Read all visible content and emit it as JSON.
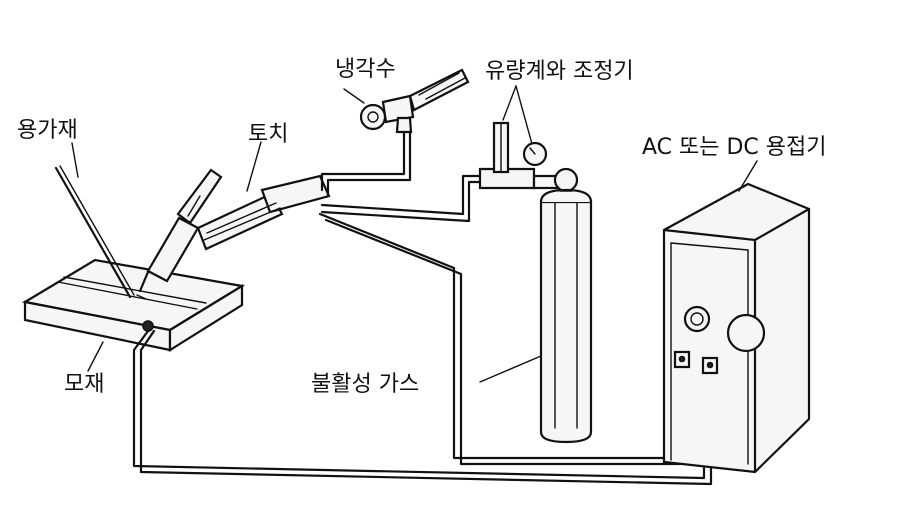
{
  "labels": {
    "filler_rod": "용가재",
    "torch": "토치",
    "cooling_water": "냉각수",
    "flowmeter_regulator": "유량계와 조정기",
    "welder": "AC 또는 DC 용접기",
    "base_metal": "모재",
    "inert_gas": "불활성 가스"
  },
  "colors": {
    "line": "#111111",
    "background": "#ffffff"
  }
}
